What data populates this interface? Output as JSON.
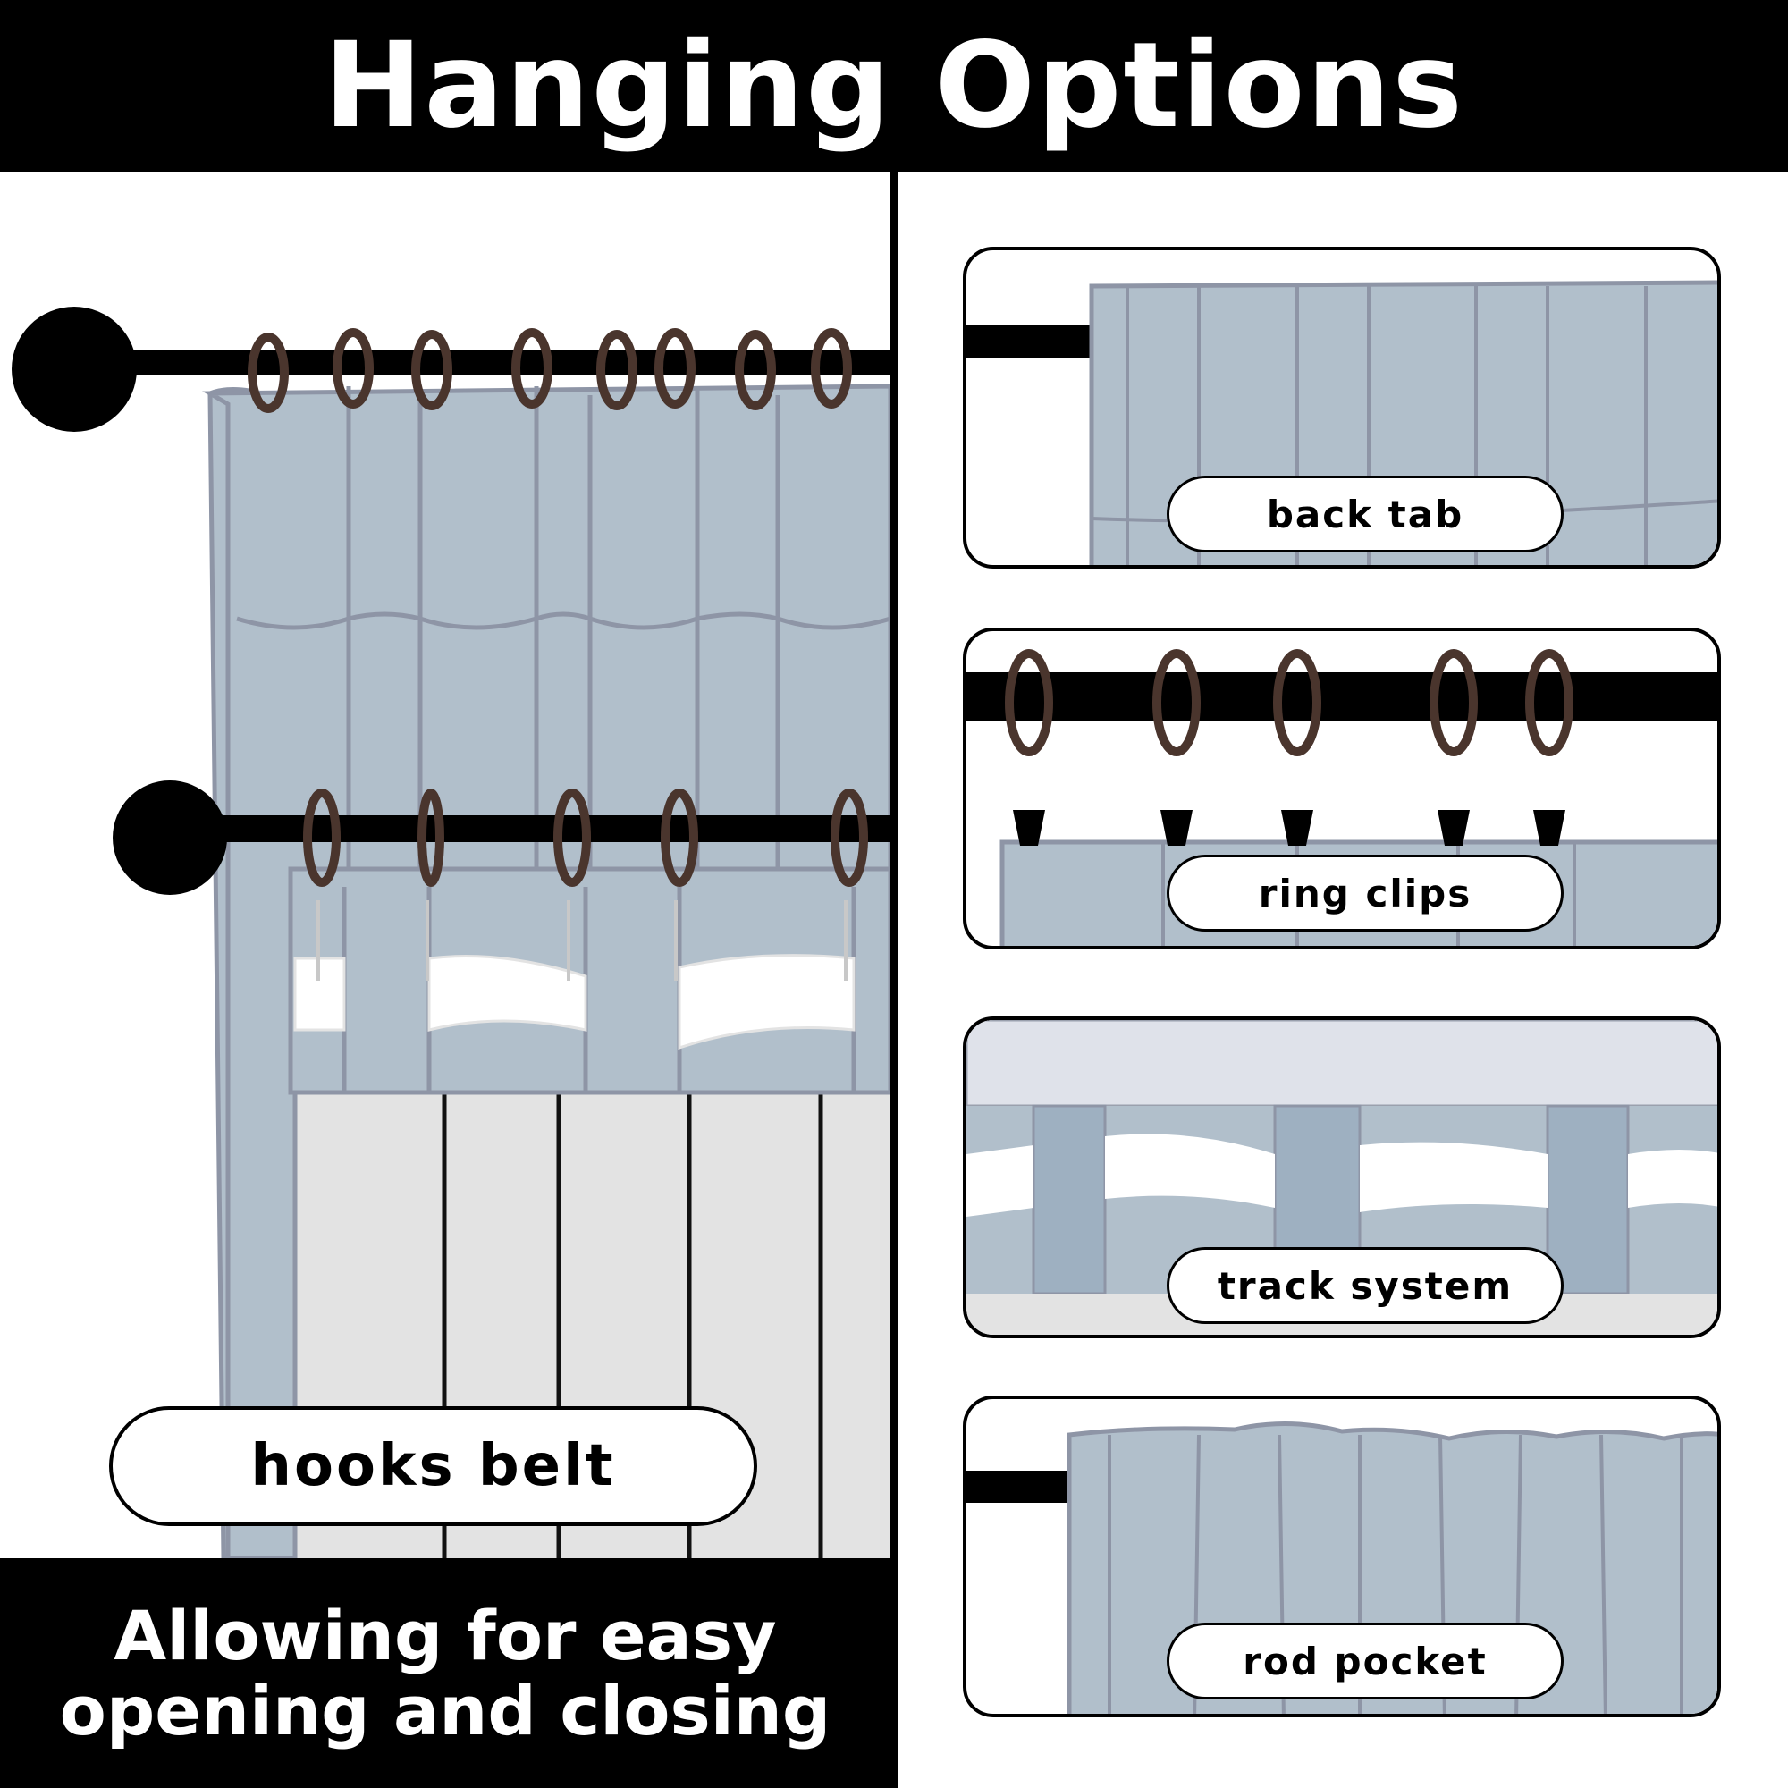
{
  "header": {
    "title": "Hanging Options"
  },
  "main_option": {
    "label": "hooks belt"
  },
  "footer": {
    "line1": "Allowing for easy",
    "line2": "opening and closing"
  },
  "options": [
    {
      "label": "back tab"
    },
    {
      "label": "ring clips"
    },
    {
      "label": "track system"
    },
    {
      "label": "rod pocket"
    }
  ],
  "colors": {
    "fabric": "#b1bfcb",
    "fabric_line": "#8e95a6",
    "rod": "#000000",
    "ring": "#4a352d",
    "header_bg": "#000000",
    "header_text": "#ffffff"
  }
}
